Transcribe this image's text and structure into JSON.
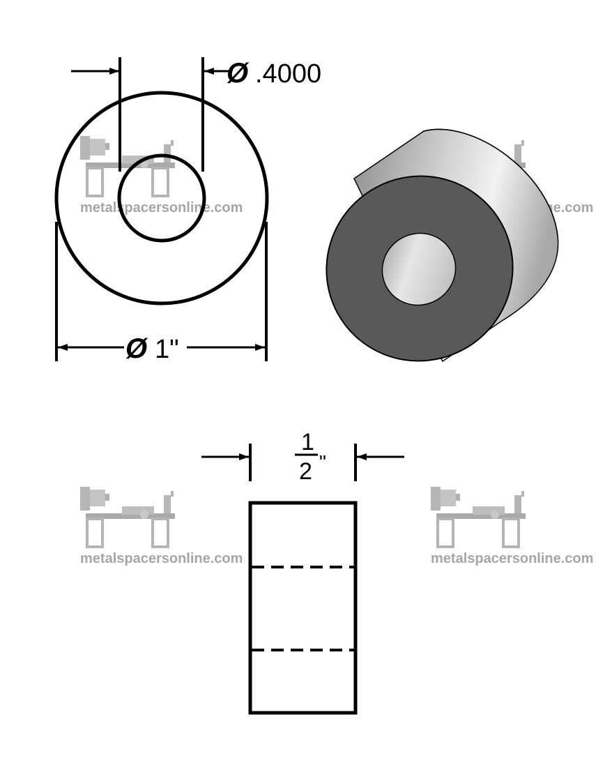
{
  "drawing": {
    "inner_diameter_label": ".4000",
    "outer_diameter_label": "1\"",
    "length_numerator": "1",
    "length_denominator": "2",
    "length_unit": "\"",
    "diameter_symbol": "Ø"
  },
  "watermark": {
    "text": "metalspacersonline.com",
    "icon": "lathe-icon",
    "color": "#a6a6a6"
  },
  "colors": {
    "line": "#000000",
    "part_face": "#5a5a5a",
    "part_side": "#c8c8c8"
  }
}
